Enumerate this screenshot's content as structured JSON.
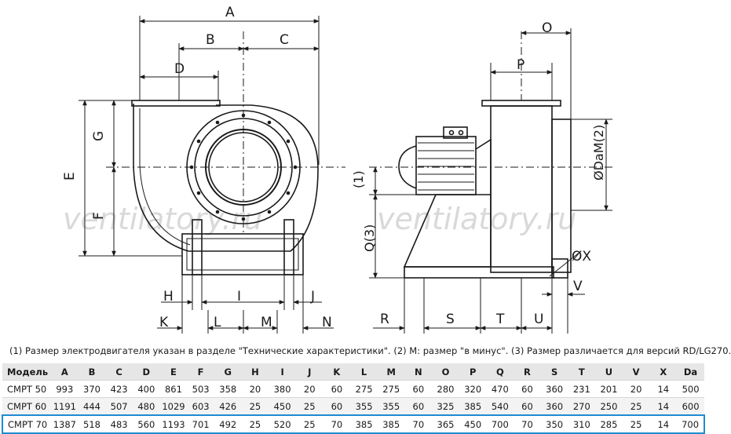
{
  "watermark": "ventilatory.ru",
  "dimension_labels": {
    "A": "A",
    "B": "B",
    "C": "C",
    "D": "D",
    "E": "E",
    "F": "F",
    "G": "G",
    "H": "H",
    "I": "I",
    "J": "J",
    "K": "K",
    "L": "L",
    "M": "M",
    "N": "N",
    "O": "O",
    "P": "P",
    "R": "R",
    "S": "S",
    "T": "T",
    "U": "U",
    "V": "V",
    "Q": "Q(3)",
    "one": "(1)",
    "DaM": "ØDaM(2)",
    "X": "ØX"
  },
  "footnote": "(1) Размер электродвигателя указан в разделе \"Технические характеристики\". (2) М: размер \"в минус\". (3) Размер различается для версий RD/LG270.",
  "table": {
    "headers": [
      "Модель",
      "A",
      "B",
      "C",
      "D",
      "E",
      "F",
      "G",
      "H",
      "I",
      "J",
      "K",
      "L",
      "M",
      "N",
      "O",
      "P",
      "Q",
      "R",
      "S",
      "T",
      "U",
      "V",
      "X",
      "Da"
    ],
    "rows": [
      [
        "СМРТ 50",
        "993",
        "370",
        "423",
        "400",
        "861",
        "503",
        "358",
        "20",
        "380",
        "20",
        "60",
        "275",
        "275",
        "60",
        "280",
        "320",
        "470",
        "60",
        "360",
        "231",
        "201",
        "20",
        "14",
        "500"
      ],
      [
        "СМРТ 60",
        "1191",
        "444",
        "507",
        "480",
        "1029",
        "603",
        "426",
        "25",
        "450",
        "25",
        "60",
        "355",
        "355",
        "60",
        "325",
        "385",
        "540",
        "60",
        "360",
        "270",
        "250",
        "25",
        "14",
        "600"
      ],
      [
        "СМРТ 70",
        "1387",
        "518",
        "483",
        "560",
        "1193",
        "701",
        "492",
        "25",
        "520",
        "25",
        "70",
        "385",
        "385",
        "70",
        "365",
        "450",
        "700",
        "70",
        "350",
        "310",
        "285",
        "25",
        "14",
        "700"
      ]
    ],
    "highlight_row": 2
  }
}
